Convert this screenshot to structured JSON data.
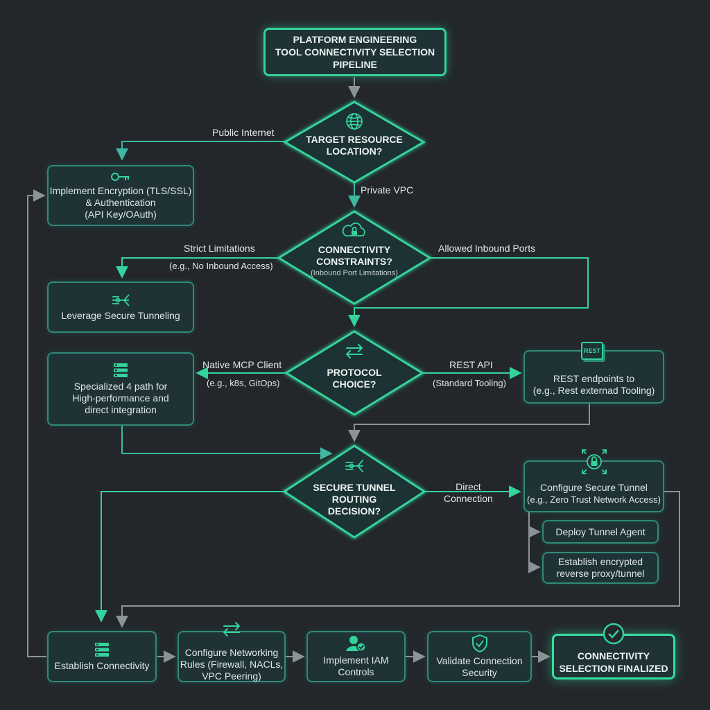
{
  "title": {
    "lines": [
      "PLATFORM ENGINEERING",
      "TOOL CONNECTIVITY SELECTION",
      "PIPELINE"
    ]
  },
  "decisions": {
    "location": {
      "question_lines": [
        "TARGET RESOURCE",
        "LOCATION?"
      ],
      "icon": "globe-icon"
    },
    "constraints": {
      "question_lines": [
        "CONNECTIVITY",
        "CONSTRAINTS?"
      ],
      "sub": "(Inbound Port Limitations)",
      "icon": "cloud-lock-icon"
    },
    "protocol": {
      "question_lines": [
        "PROTOCOL",
        "CHOICE?"
      ],
      "icon": "swap-arrows-icon"
    },
    "routing": {
      "question_lines": [
        "SECURE TUNNEL",
        "ROUTING",
        "DECISION?"
      ],
      "icon": "tunnel-icon"
    }
  },
  "nodes": {
    "encryption": {
      "lines": [
        "Implement Encryption (TLS/SSL)",
        "& Authentication",
        "(API Key/OAuth)"
      ],
      "icon": "key-icon"
    },
    "tunneling": {
      "lines": [
        "Leverage Secure Tunneling"
      ],
      "icon": "tunnel-icon"
    },
    "specialized": {
      "lines": [
        "Specialized 4 path for",
        "High-performance and",
        "direct integration"
      ],
      "icon": "server-stack-icon"
    },
    "rest": {
      "lines": [
        "REST endpoints to",
        "(e.g., Rest externad Tooling)"
      ],
      "icon_text": "REST",
      "icon": "rest-badge-icon"
    },
    "configure_tunnel": {
      "lines": [
        "Configure Secure Tunnel",
        "(e.g., Zero Trust Network Access)"
      ],
      "icon": "lock-network-icon"
    },
    "deploy_agent": {
      "lines": [
        "Deploy Tunnel Agent"
      ]
    },
    "establish_proxy": {
      "lines": [
        "Establish encrypted",
        "reverse proxy/tunnel"
      ]
    },
    "establish": {
      "lines": [
        "Establish Connectivity"
      ],
      "icon": "server-stack-icon"
    },
    "networking": {
      "lines": [
        "Configure Networking",
        "Rules (Firewall, NACLs,",
        "VPC Peering)"
      ],
      "icon": "swap-arrows-icon"
    },
    "iam": {
      "lines": [
        "Implement IAM",
        "Controls"
      ],
      "icon": "user-check-icon"
    },
    "validate": {
      "lines": [
        "Validate Connection",
        "Security"
      ],
      "icon": "shield-check-icon"
    },
    "final": {
      "lines": [
        "CONNECTIVITY",
        "SELECTION FINALIZED"
      ],
      "icon": "check-circle-icon"
    }
  },
  "edge_labels": {
    "public_internet": "Public Internet",
    "private_vpc": "Private VPC",
    "strict": "Strict Limitations",
    "strict_sub": "(e.g., No Inbound Access)",
    "allowed": "Allowed Inbound Ports",
    "native": "Native MCP Client",
    "native_sub": "(e.g., k8s, GitOps)",
    "rest": "REST API",
    "rest_sub": "(Standard Tooling)",
    "direct_lines": [
      "Direct",
      "Connection"
    ]
  },
  "colors": {
    "background": "#23272b",
    "node_fill": "#1f3337",
    "accent_green": "#34d39b",
    "line_teal": "#3fb7a2",
    "line_gray": "#8a9396"
  }
}
